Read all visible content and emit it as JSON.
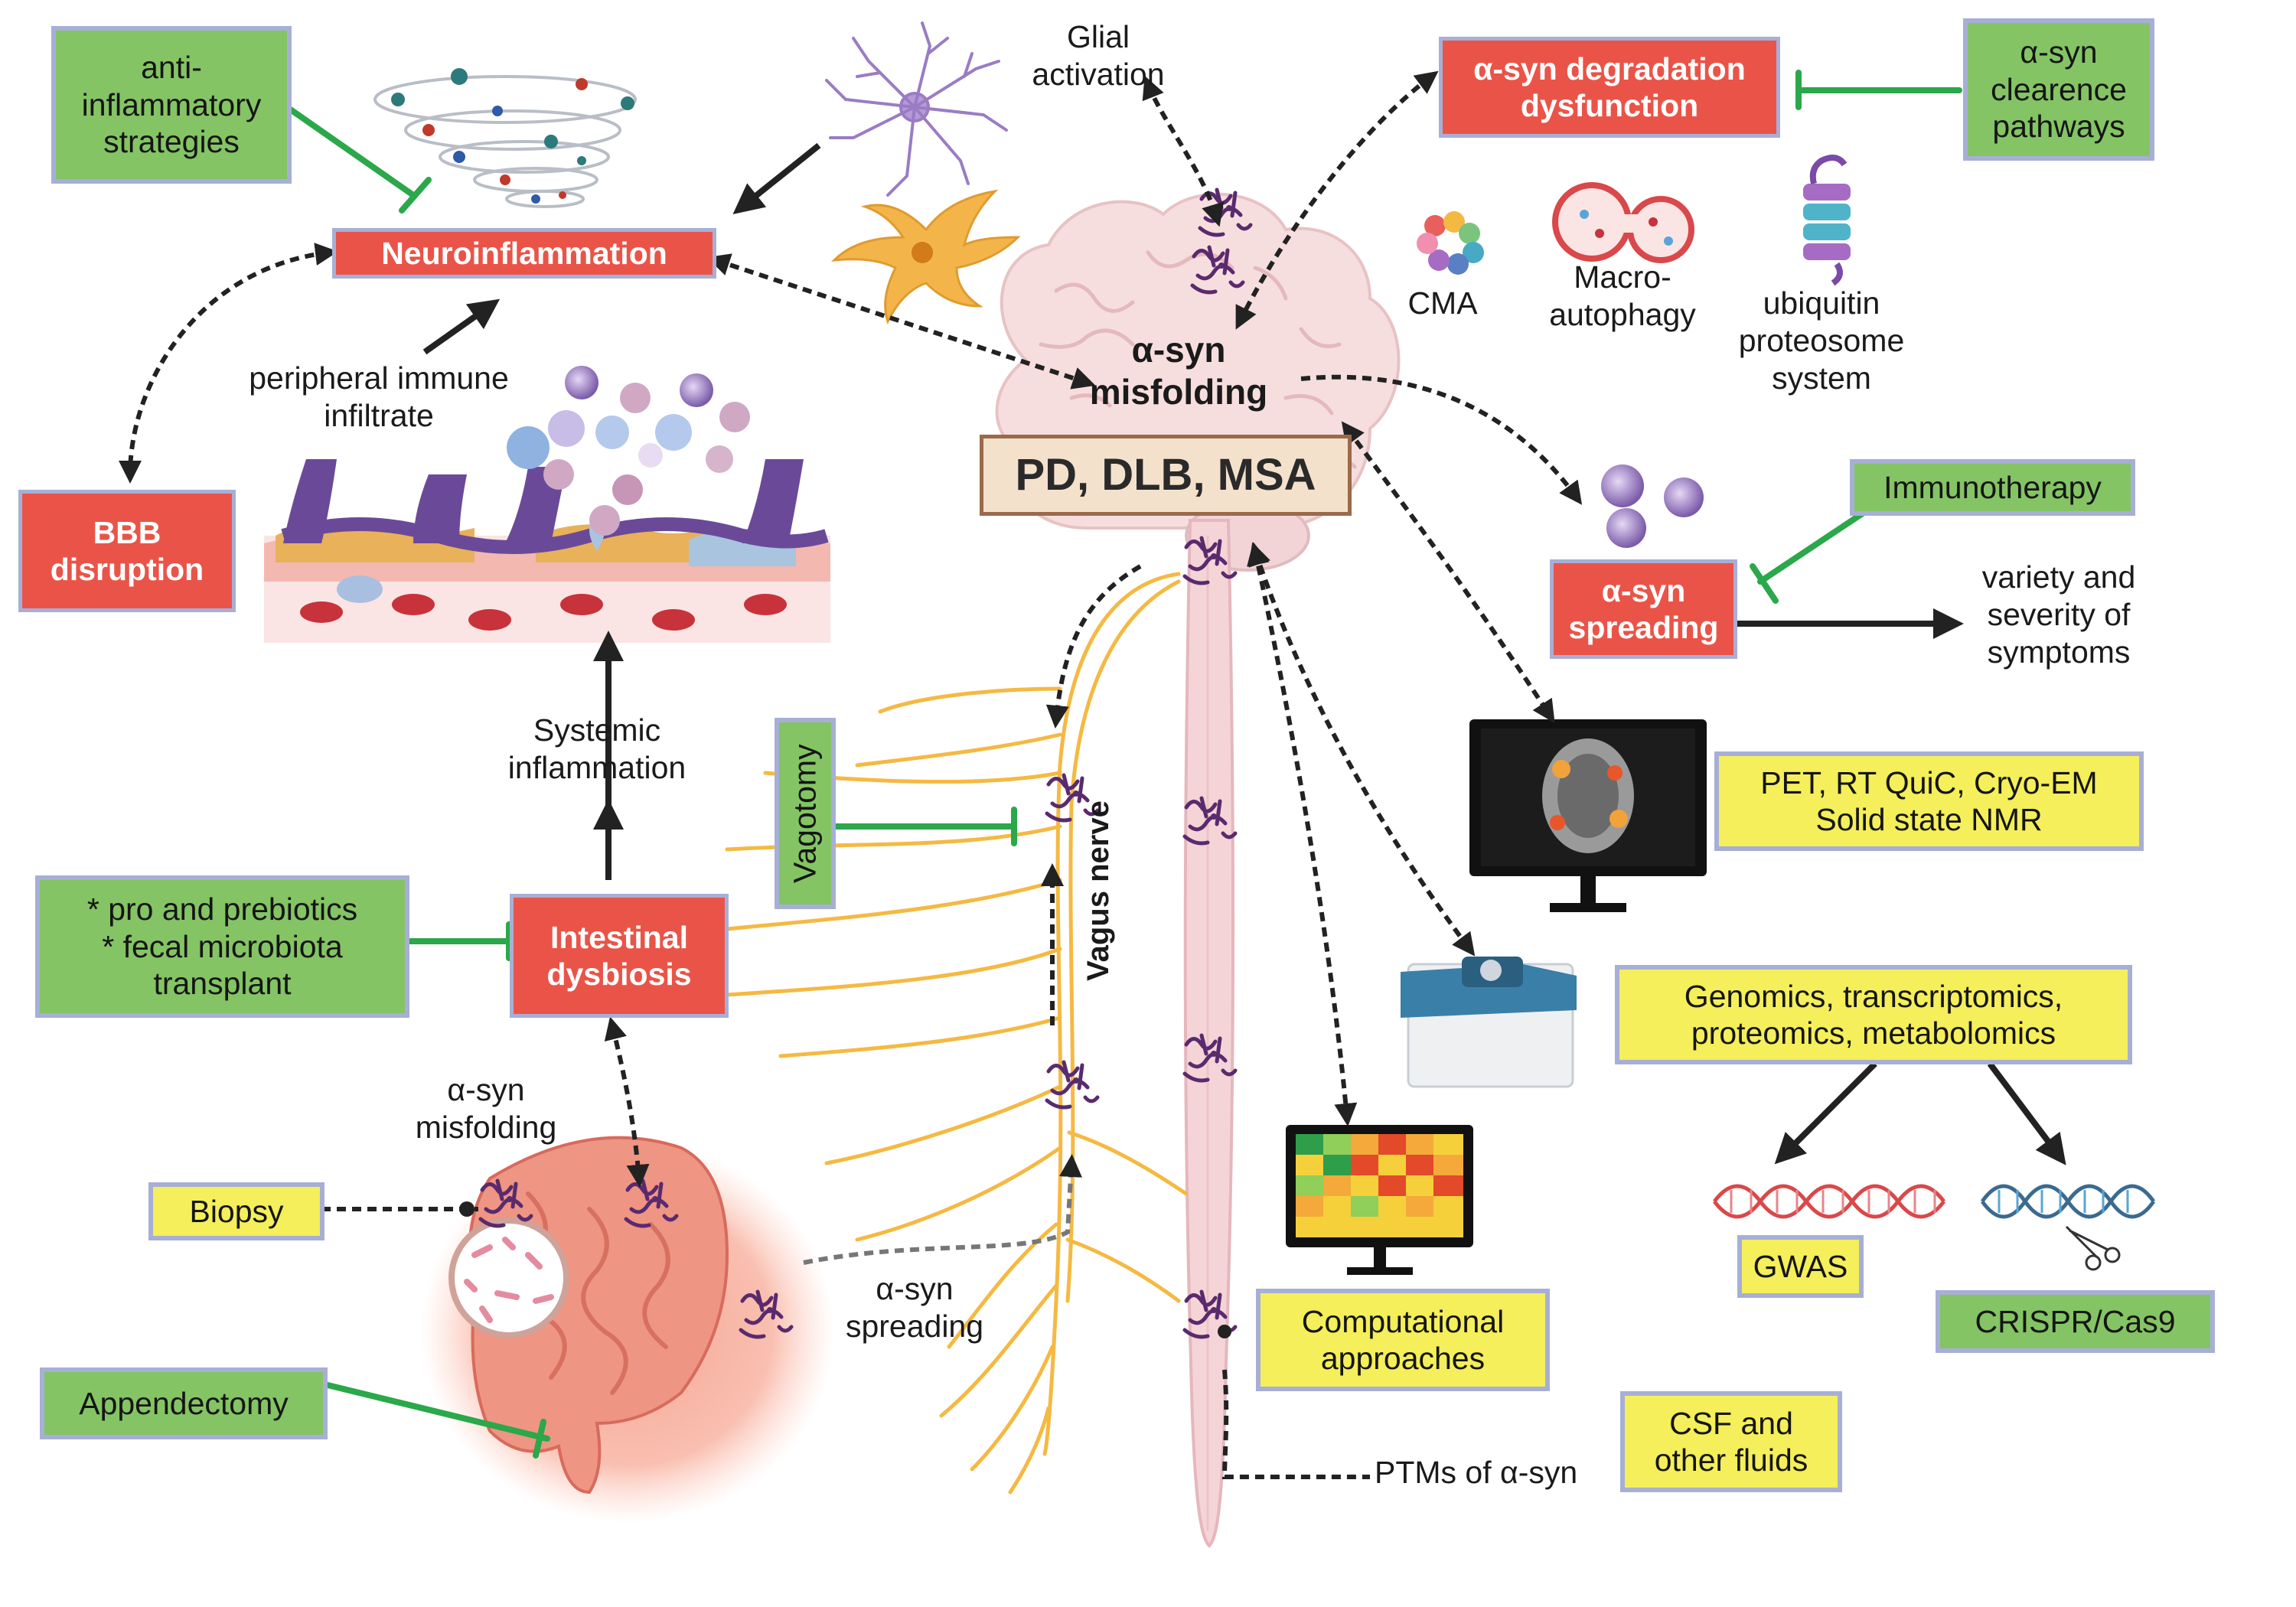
{
  "colors": {
    "red_box": "#ea5448",
    "green_box": "#84c464",
    "yellow_box": "#f4ef5a",
    "box_border": "#a7afd6",
    "inhibit_line": "#2aa84a",
    "nerve": "#f5b942",
    "brain": "#f6dede",
    "aggregate": "#5a2a6e"
  },
  "icons": [
    "cytokine-tornado-icon",
    "astrocyte-icon",
    "microglia-icon",
    "brain-icon",
    "spinal-cord-icon",
    "vagus-nerve-icon",
    "intestine-icon",
    "bacteria-magnifier-icon",
    "blood-vessel-wall-icon",
    "immune-cell-icon",
    "alpha-syn-aggregate-icon",
    "cma-icon",
    "macroautophagy-icon",
    "proteasome-icon",
    "spreading-particle-icon",
    "pet-monitor-icon",
    "nmr-instrument-icon",
    "heatmap-monitor-icon",
    "dna-helix-icon",
    "crispr-scissors-icon"
  ],
  "red_boxes": {
    "neuroinflammation": "Neuroinflammation",
    "bbb": "BBB\ndisruption",
    "dysbiosis": "Intestinal\ndysbiosis",
    "degradation": "α-syn degradation\ndysfunction",
    "spreading": "α-syn\nspreading"
  },
  "green_boxes": {
    "anti_inflammatory": "anti-\ninflammatory\nstrategies",
    "probiotics": "* pro and prebiotics\n* fecal microbiota\ntransplant",
    "appendectomy": "Appendectomy",
    "vagotomy": "Vagotomy",
    "clearance": "α-syn\nclearence\npathways",
    "immunotherapy": "Immunotherapy",
    "crispr": "CRISPR/Cas9"
  },
  "yellow_boxes": {
    "pet": "PET, RT QuiC, Cryo-EM\nSolid state NMR",
    "omics": "Genomics, transcriptomics,\nproteomics, metabolomics",
    "gwas": "GWAS",
    "computational": "Computational\napproaches",
    "biopsy": "Biopsy",
    "csf": "CSF and\nother fluids"
  },
  "center": {
    "disease_label": "PD, DLB, MSA",
    "misfolding_label": "α-syn\nmisfolding"
  },
  "labels": {
    "glial": "Glial\nactivation",
    "peripheral": "peripheral immune\ninfiltrate",
    "systemic": "Systemic\ninflammation",
    "gut_misfolding": "α-syn\nmisfolding",
    "gut_spreading": "α-syn\nspreading",
    "vagus": "Vagus nerve",
    "cma": "CMA",
    "macro": "Macro-\nautophagy",
    "ubiquitin": "ubiquitin\nproteosome\nsystem",
    "variety": "variety and\nseverity of\nsymptoms",
    "ptms": "PTMs of α-syn"
  }
}
